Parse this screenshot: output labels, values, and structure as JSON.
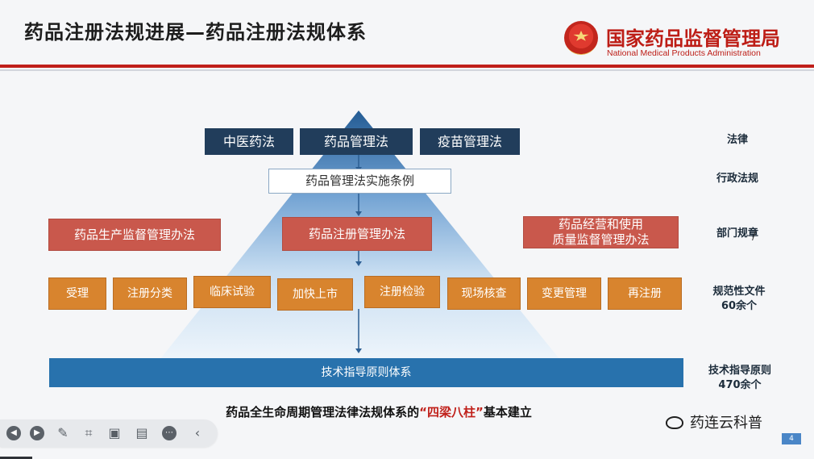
{
  "slide": {
    "title": "药品注册法规进展—药品注册法规体系",
    "brand": {
      "name_cn": "国家药品监督管理局",
      "name_en": "National Medical Products Administration"
    }
  },
  "levels": {
    "laws": [
      "中医药法",
      "药品管理法",
      "疫苗管理法"
    ],
    "administrative_regulation": "药品管理法实施条例",
    "department_rules": [
      "药品生产监督管理办法",
      "药品注册管理办法",
      "药品经营和使用",
      "质量监督管理办法"
    ],
    "normative_docs": [
      "受理",
      "注册分类",
      "临床试验",
      "加快上市",
      "注册检验",
      "现场核查",
      "变更管理",
      "再注册"
    ],
    "guidance_system": "技术指导原则体系"
  },
  "labels": {
    "law": "法律",
    "admin": "行政法规",
    "dept": "部门规章",
    "normative_line1": "规范性文件",
    "normative_line2": "60余个",
    "guidance_line1": "技术指导原则",
    "guidance_line2": "470余个"
  },
  "caption": {
    "prefix": "药品全生命周期管理法律法规体系的",
    "highlight": "“四梁八柱”",
    "suffix": "基本建立"
  },
  "watermark": "药连云科普",
  "page_number": "4",
  "colors": {
    "accent_red": "#c0201a",
    "navy": "#213d5b",
    "blue": "#2872ad",
    "orange": "#d8842e",
    "red_box": "#c9584c"
  }
}
